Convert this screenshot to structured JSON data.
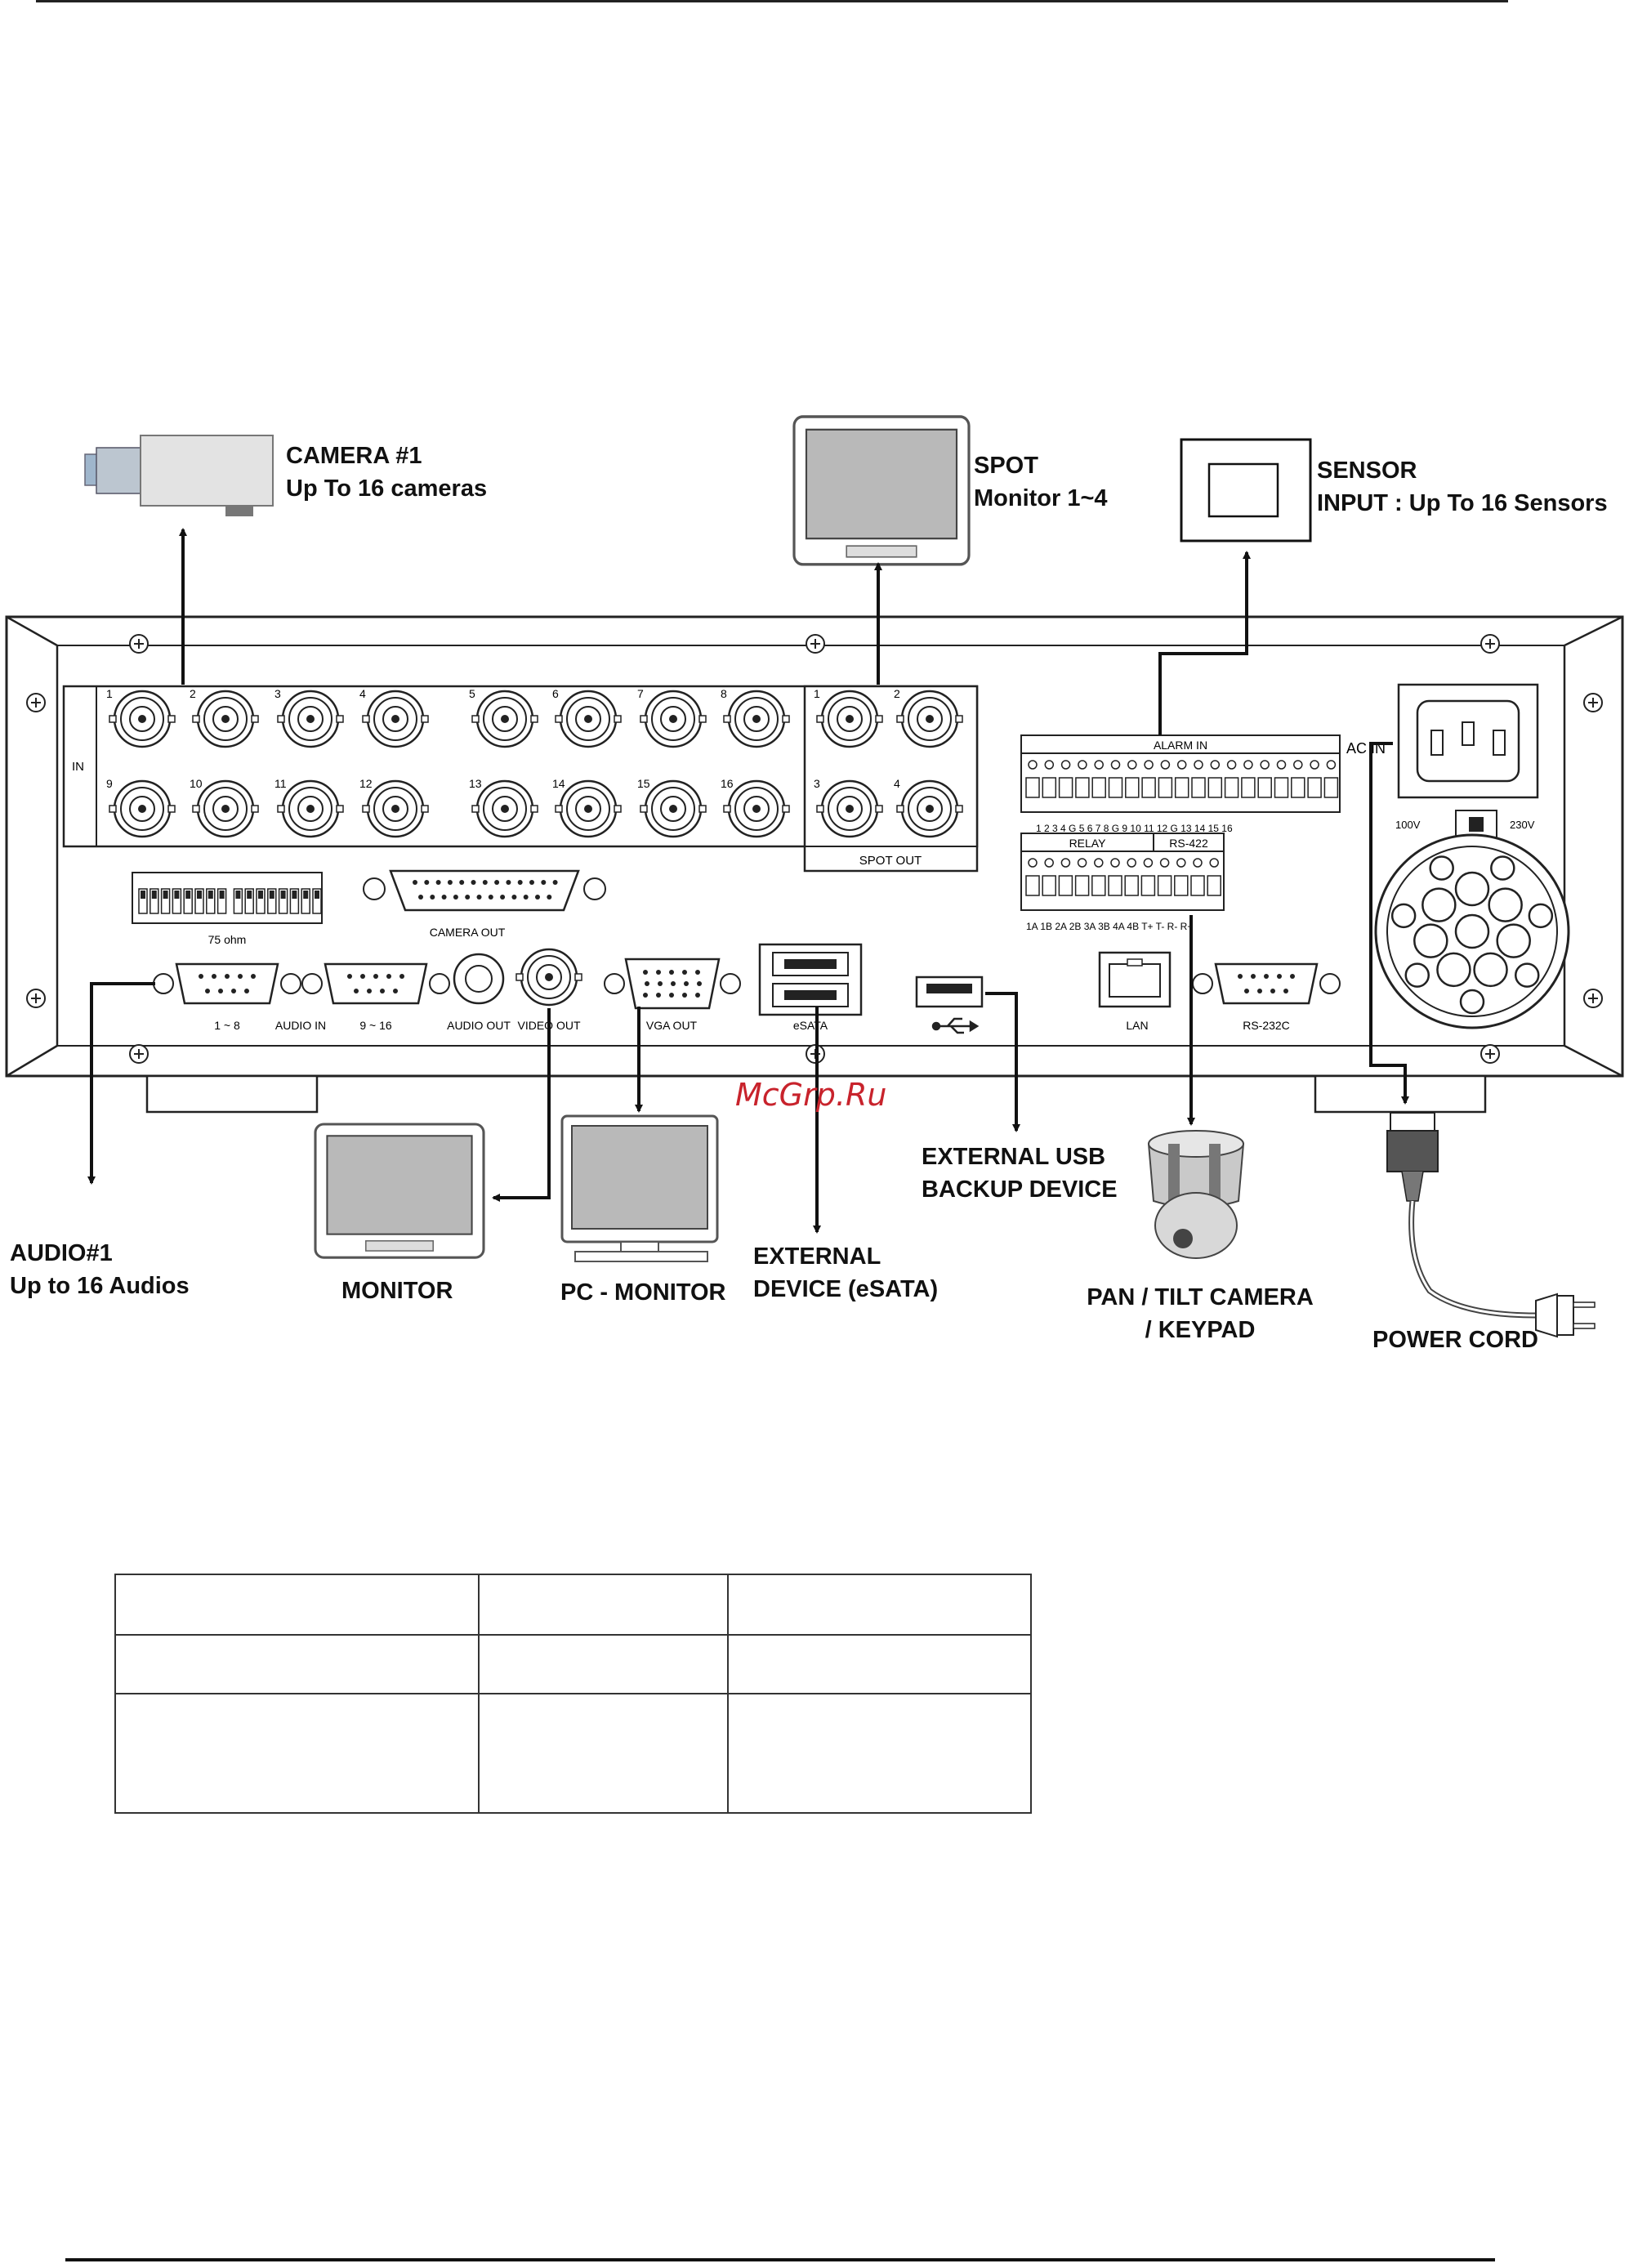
{
  "labels": {
    "camera": [
      "CAMERA #1",
      "Up  To  16 cameras"
    ],
    "spot": [
      "SPOT",
      "Monitor 1~4"
    ],
    "sensor": [
      "SENSOR",
      "INPUT :  Up  To  16 Sensors"
    ],
    "audio": [
      "AUDIO#1",
      "Up  to  16 Audios"
    ],
    "monitor": [
      "MONITOR"
    ],
    "pc_monitor": [
      "PC - MONITOR"
    ],
    "external_device": [
      "EXTERNAL",
      "DEVICE (eSATA)"
    ],
    "usb": [
      "EXTERNAL  USB",
      "BACKUP  DEVICE"
    ],
    "ptz": [
      "PAN  /  TILT CAMERA",
      "/  KEYPAD"
    ],
    "power": [
      "POWER CORD"
    ]
  },
  "panel": {
    "in": "IN",
    "camera_top_nums": [
      "1",
      "2",
      "3",
      "4",
      "5",
      "6",
      "7",
      "8"
    ],
    "camera_bottom_nums": [
      "9",
      "10",
      "11",
      "12",
      "13",
      "14",
      "15",
      "16"
    ],
    "spot_nums": [
      "1",
      "2",
      "3",
      "4"
    ],
    "spot_out": "SPOT OUT",
    "alarm_in": "ALARM IN",
    "alarm_nums": "1  2  3  4  G  5  6  7  8  G  9  10  11  12  G  13  14  15  16",
    "relay": "RELAY",
    "rs422": "RS-422",
    "relay_nums": "1A  1B 2A 2B 3A 3B 4A 4B T+  T-  R-  R+",
    "ac_in": "AC IN",
    "v100": "100V",
    "v230": "230V",
    "ohm": "75 ohm",
    "camera_out": "CAMERA OUT",
    "audio_1_8": "1 ~ 8",
    "audio_in": "AUDIO IN",
    "audio_9_16": "9 ~ 16",
    "audio_out": "AUDIO OUT",
    "video_out": "VIDEO OUT",
    "vga_out": "VGA OUT",
    "esata": "eSATA",
    "lan": "LAN",
    "rs232c": "RS-232C"
  },
  "watermark": "McGrp.Ru"
}
